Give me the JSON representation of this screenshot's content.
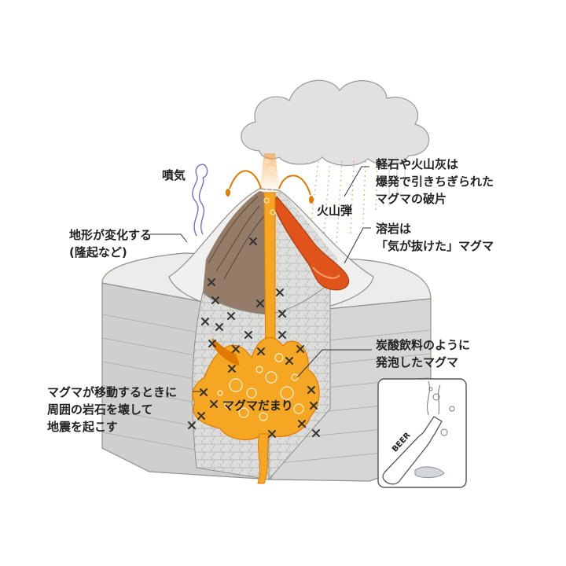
{
  "labels": {
    "fumarole": "噴気",
    "volcanic_bomb": "火山弾",
    "pumice_ash": [
      "軽石や火山灰は",
      "爆発で引きちぎられた",
      "マグマの破片"
    ],
    "lava": [
      "溶岩は",
      "「気が抜けた」マグマ"
    ],
    "terrain": [
      "地形が変化する",
      "(隆起など)"
    ],
    "foamed": [
      "炭酸飲料のように",
      "発泡したマグマ"
    ],
    "earthquake": [
      "マグマが移動するときに",
      "周囲の岩石を壊して",
      "地震を起こす"
    ],
    "chamber": "マグマだまり",
    "bottle": "BEER"
  },
  "colors": {
    "magma": "#f5a623",
    "magma_dark": "#e07b00",
    "lava": "#e0531b",
    "rock_light": "#e8e8e6",
    "rock_mid": "#c8c8c6",
    "slope": "#8a6f5a",
    "cloud": "#dedede",
    "text": "#222222"
  }
}
